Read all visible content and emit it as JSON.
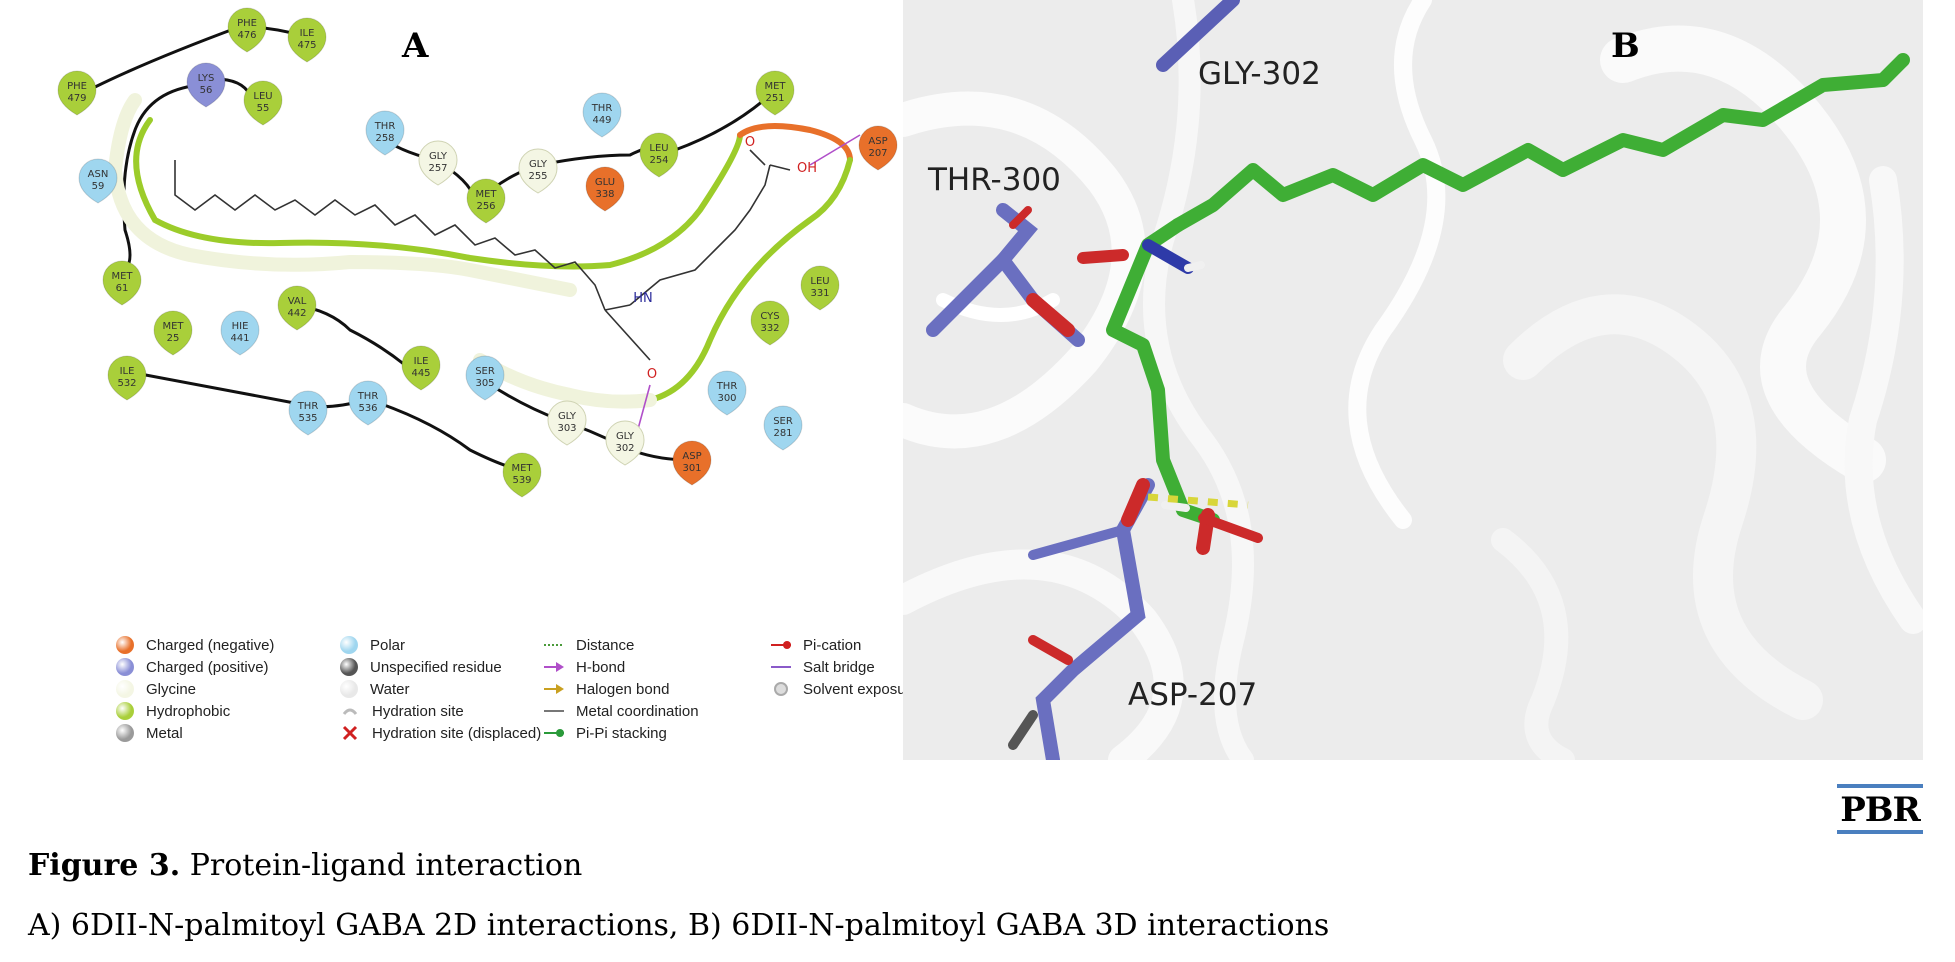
{
  "panel_a": {
    "letter": "A",
    "residues": [
      {
        "name": "PHE",
        "num": "476",
        "type": "hydrophobic"
      },
      {
        "name": "ILE",
        "num": "475",
        "type": "hydrophobic"
      },
      {
        "name": "PHE",
        "num": "479",
        "type": "hydrophobic"
      },
      {
        "name": "LYS",
        "num": "56",
        "type": "positive"
      },
      {
        "name": "LEU",
        "num": "55",
        "type": "hydrophobic"
      },
      {
        "name": "ASN",
        "num": "59",
        "type": "polar"
      },
      {
        "name": "MET",
        "num": "61",
        "type": "hydrophobic"
      },
      {
        "name": "THR",
        "num": "258",
        "type": "polar"
      },
      {
        "name": "GLY",
        "num": "257",
        "type": "glycine"
      },
      {
        "name": "MET",
        "num": "256",
        "type": "hydrophobic"
      },
      {
        "name": "GLY",
        "num": "255",
        "type": "glycine"
      },
      {
        "name": "THR",
        "num": "449",
        "type": "polar"
      },
      {
        "name": "GLU",
        "num": "338",
        "type": "negative"
      },
      {
        "name": "LEU",
        "num": "254",
        "type": "hydrophobic"
      },
      {
        "name": "MET",
        "num": "251",
        "type": "hydrophobic"
      },
      {
        "name": "ASP",
        "num": "207",
        "type": "negative"
      },
      {
        "name": "LEU",
        "num": "331",
        "type": "hydrophobic"
      },
      {
        "name": "CYS",
        "num": "332",
        "type": "hydrophobic"
      },
      {
        "name": "MET",
        "num": "25",
        "type": "hydrophobic"
      },
      {
        "name": "HIE",
        "num": "441",
        "type": "polar"
      },
      {
        "name": "VAL",
        "num": "442",
        "type": "hydrophobic"
      },
      {
        "name": "ILE",
        "num": "445",
        "type": "hydrophobic"
      },
      {
        "name": "ILE",
        "num": "532",
        "type": "hydrophobic"
      },
      {
        "name": "THR",
        "num": "535",
        "type": "polar"
      },
      {
        "name": "THR",
        "num": "536",
        "type": "polar"
      },
      {
        "name": "SER",
        "num": "305",
        "type": "polar"
      },
      {
        "name": "GLY",
        "num": "303",
        "type": "glycine"
      },
      {
        "name": "GLY",
        "num": "302",
        "type": "glycine"
      },
      {
        "name": "ASP",
        "num": "301",
        "type": "negative"
      },
      {
        "name": "THR",
        "num": "300",
        "type": "polar"
      },
      {
        "name": "SER",
        "num": "281",
        "type": "polar"
      },
      {
        "name": "MET",
        "num": "539",
        "type": "hydrophobic"
      }
    ],
    "ligand_labels": {
      "o1": "O",
      "oh": "OH",
      "nh": "HN",
      "o2": "O"
    },
    "colors": {
      "negative": "#e8702a",
      "positive": "#8a8fd6",
      "glycine": "#f4f6e4",
      "hydrophobic": "#a9cf3a",
      "polar": "#9fd6ef",
      "metal": "#9a9a9a",
      "pocket_green": "#9ccc2a",
      "pocket_orange": "#e8702a",
      "hbond": "#b04fc9"
    },
    "legend": {
      "col1": [
        "Charged (negative)",
        "Charged (positive)",
        "Glycine",
        "Hydrophobic",
        "Metal"
      ],
      "col2": [
        "Polar",
        "Unspecified residue",
        "Water",
        "Hydration site",
        "Hydration site (displaced)"
      ],
      "col3": [
        "Distance",
        "H-bond",
        "Halogen bond",
        "Metal coordination",
        "Pi-Pi stacking"
      ],
      "col4": [
        "Pi-cation",
        "Salt bridge",
        "Solvent exposure"
      ]
    }
  },
  "panel_b": {
    "letter": "B",
    "labels": {
      "gly302": "GLY-302",
      "thr300": "THR-300",
      "asp207": "ASP-207"
    },
    "colors": {
      "ligand": "#3fae35",
      "residue": "#6a6fc0",
      "oxygen": "#cc2a2a",
      "nitrogen": "#2e3aa8",
      "hbond": "#d8d63a"
    }
  },
  "logo": {
    "text": "PBR"
  },
  "caption": {
    "label": "Figure 3.",
    "title": "Protein-ligand interaction",
    "subtitle": "A) 6DII-N-palmitoyl GABA 2D interactions, B) 6DII-N-palmitoyl GABA 3D interactions"
  }
}
